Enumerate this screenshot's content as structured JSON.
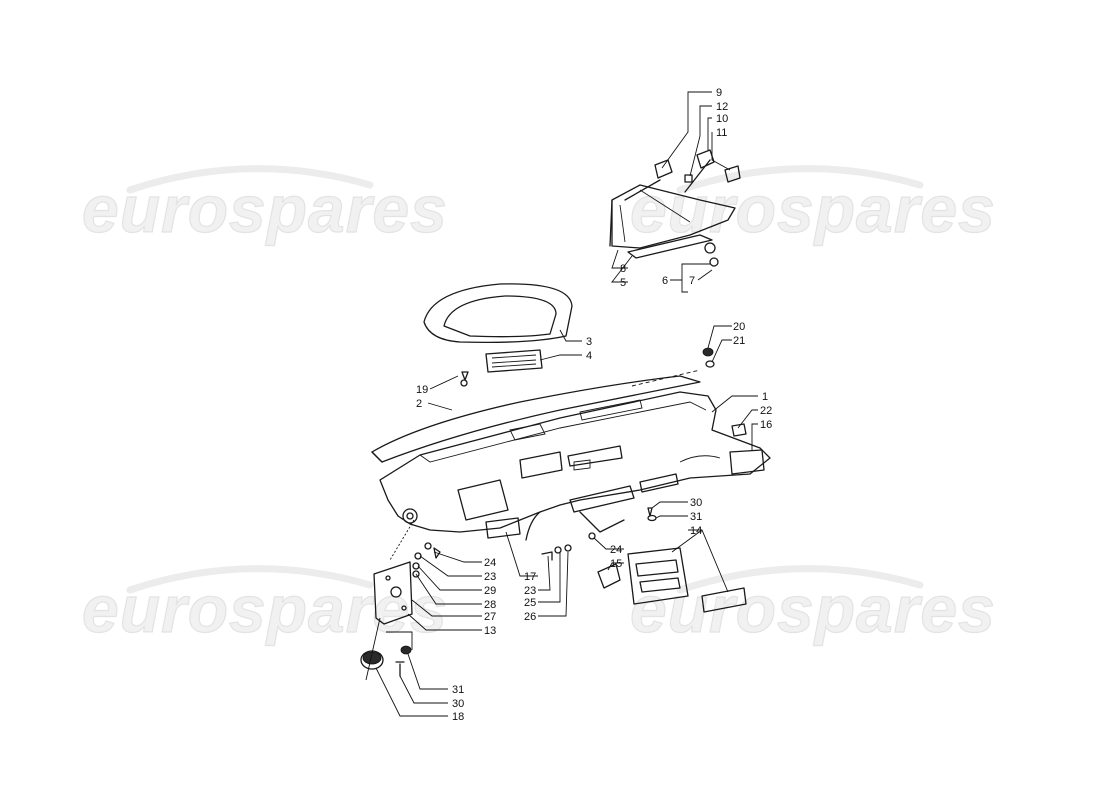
{
  "watermarks": [
    "eurospares",
    "eurospares",
    "eurospares",
    "eurospares"
  ],
  "callouts": [
    "9",
    "12",
    "10",
    "11",
    "8",
    "5",
    "6",
    "7",
    "3",
    "4",
    "20",
    "21",
    "19",
    "2",
    "1",
    "22",
    "16",
    "30",
    "31",
    "14",
    "24",
    "23",
    "29",
    "28",
    "27",
    "13",
    "24",
    "15",
    "17",
    "23",
    "25",
    "26",
    "31",
    "30",
    "18"
  ]
}
